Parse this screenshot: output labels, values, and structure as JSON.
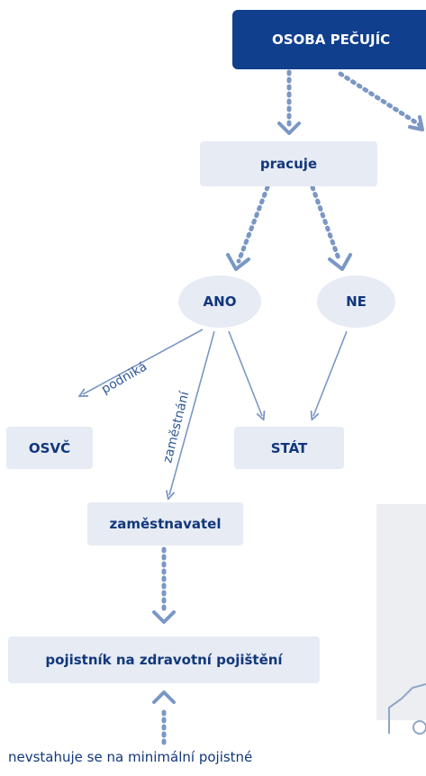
{
  "diagram": {
    "header": "OSOBA PEČUJÍC",
    "nodes": {
      "pracuje": "pracuje",
      "ano": "ANO",
      "ne": "NE",
      "osvc": "OSVČ",
      "stat": "STÁT",
      "zamestnavatel": "zaměstnavatel",
      "pojistnik": "pojistník na zdravotní pojištění"
    },
    "edge_labels": {
      "podnika": "podniká",
      "zamestnani": "zaměstnání"
    },
    "footnote": "nevstahuje se na minimální pojistné"
  },
  "colors": {
    "header_bg": "#0f3f8d",
    "node_bg": "#e6ebf4",
    "node_text": "#12377a",
    "arrow": "#7a97c5"
  }
}
